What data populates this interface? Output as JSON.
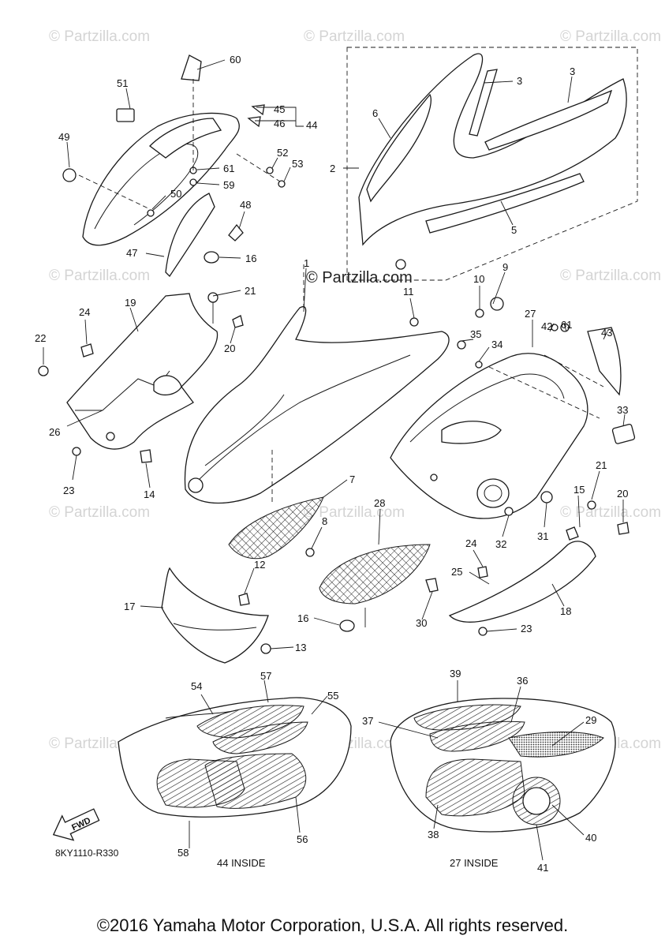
{
  "watermark": "© Partzilla.com",
  "diagram_code": "8KY1110-R330",
  "fwd_label": "FWD",
  "inside_labels": [
    "44 INSIDE",
    "27 INSIDE"
  ],
  "copyright": "©2016 Yamaha Motor Corporation, U.S.A. All rights reserved.",
  "callouts": {
    "c1": "1",
    "c2": "2",
    "c3a": "3",
    "c3b": "3",
    "c5": "5",
    "c6": "6",
    "c7": "7",
    "c8": "8",
    "c9": "9",
    "c10": "10",
    "c11": "11",
    "c12": "12",
    "c13": "13",
    "c14": "14",
    "c15": "15",
    "c16a": "16",
    "c16b": "16",
    "c17": "17",
    "c18": "18",
    "c19": "19",
    "c20a": "20",
    "c20b": "20",
    "c21a": "21",
    "c21b": "21",
    "c22": "22",
    "c23a": "23",
    "c23b": "23",
    "c24a": "24",
    "c24b": "24",
    "c25": "25",
    "c26": "26",
    "c27": "27",
    "c28": "28",
    "c29": "29",
    "c30": "30",
    "c31": "31",
    "c32": "32",
    "c33": "33",
    "c34": "34",
    "c35": "35",
    "c36": "36",
    "c37": "37",
    "c38": "38",
    "c39": "39",
    "c40": "40",
    "c41": "41",
    "c42": "42",
    "c43": "43",
    "c44": "44",
    "c45": "45",
    "c46": "46",
    "c47": "47",
    "c48": "48",
    "c49": "49",
    "c50": "50",
    "c51": "51",
    "c52": "52",
    "c53": "53",
    "c54": "54",
    "c55": "55",
    "c56": "56",
    "c57": "57",
    "c58": "58",
    "c59": "59",
    "c60": "60",
    "c61a": "61",
    "c61b": "61"
  }
}
